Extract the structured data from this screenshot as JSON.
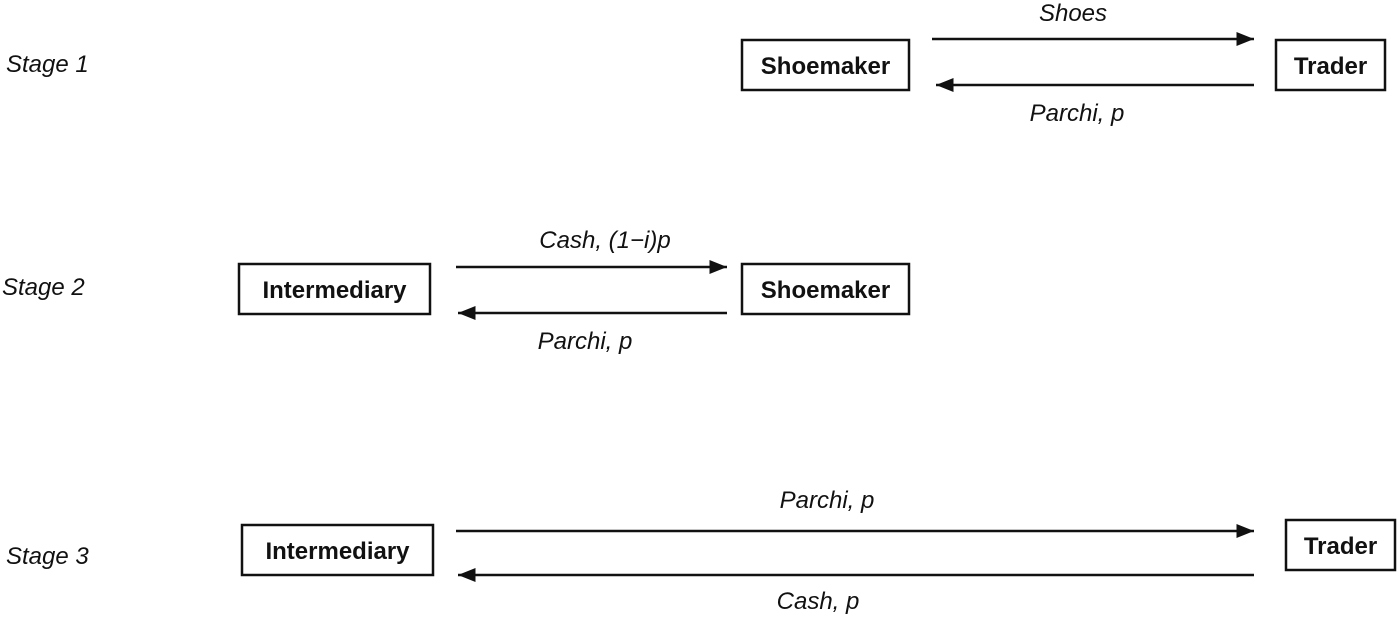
{
  "stages": [
    {
      "label": "Stage 1",
      "boxes": [
        "Shoemaker",
        "Trader"
      ],
      "flows": [
        {
          "label": "Shoes",
          "from": "Shoemaker",
          "to": "Trader"
        },
        {
          "label": "Parchi, p",
          "from": "Trader",
          "to": "Shoemaker"
        }
      ]
    },
    {
      "label": "Stage 2",
      "boxes": [
        "Intermediary",
        "Shoemaker"
      ],
      "flows": [
        {
          "label": "Cash, (1−i)p",
          "from": "Intermediary",
          "to": "Shoemaker"
        },
        {
          "label": "Parchi, p",
          "from": "Shoemaker",
          "to": "Intermediary"
        }
      ]
    },
    {
      "label": "Stage 3",
      "boxes": [
        "Intermediary",
        "Trader"
      ],
      "flows": [
        {
          "label": "Parchi, p",
          "from": "Intermediary",
          "to": "Trader"
        },
        {
          "label": "Cash, p",
          "from": "Trader",
          "to": "Intermediary"
        }
      ]
    }
  ],
  "colors": {
    "line": "#111111",
    "background": "#ffffff"
  }
}
